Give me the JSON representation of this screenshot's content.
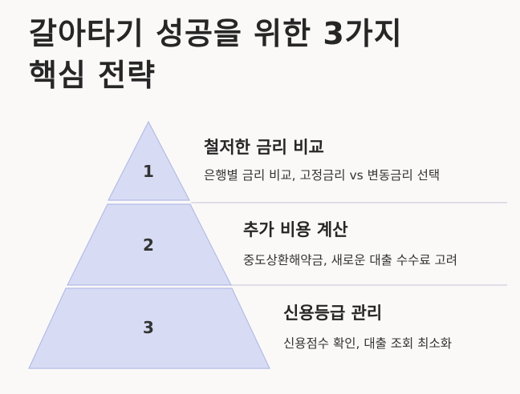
{
  "title": {
    "line1": "갈아타기 성공을 위한 3가지",
    "line2": "핵심 전략"
  },
  "colors": {
    "background": "#fbf9f8",
    "tier_fill": "#d7dcf4",
    "tier_stroke": "#b3bce6",
    "divider": "#d4d6e0",
    "text": "#262626"
  },
  "pyramid": [
    {
      "number": "1",
      "heading": "철저한 금리 비교",
      "description": "은행별 금리 비교, 고정금리 vs 변동금리 선택"
    },
    {
      "number": "2",
      "heading": "추가 비용 계산",
      "description": "중도상환해약금, 새로운 대출 수수료 고려"
    },
    {
      "number": "3",
      "heading": "신용등급 관리",
      "description": "신용점수 확인, 대출 조회 최소화"
    }
  ]
}
